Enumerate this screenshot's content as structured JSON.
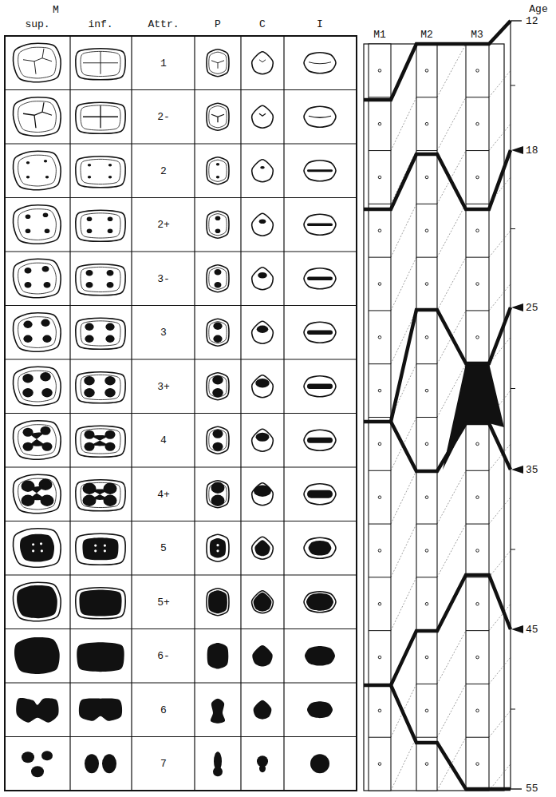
{
  "diagram": {
    "labels": [
      "M",
      "sup.",
      "inf.",
      "Attr.",
      "P",
      "C",
      "I",
      "M1",
      "M2",
      "M3",
      "Age",
      "1",
      "2-",
      "2",
      "2+",
      "3-",
      "3",
      "3+",
      "4",
      "4+",
      "5",
      "5+",
      "6-",
      "6",
      "7",
      "12",
      "18",
      "25",
      "35",
      "45",
      "55"
    ]
  }
}
